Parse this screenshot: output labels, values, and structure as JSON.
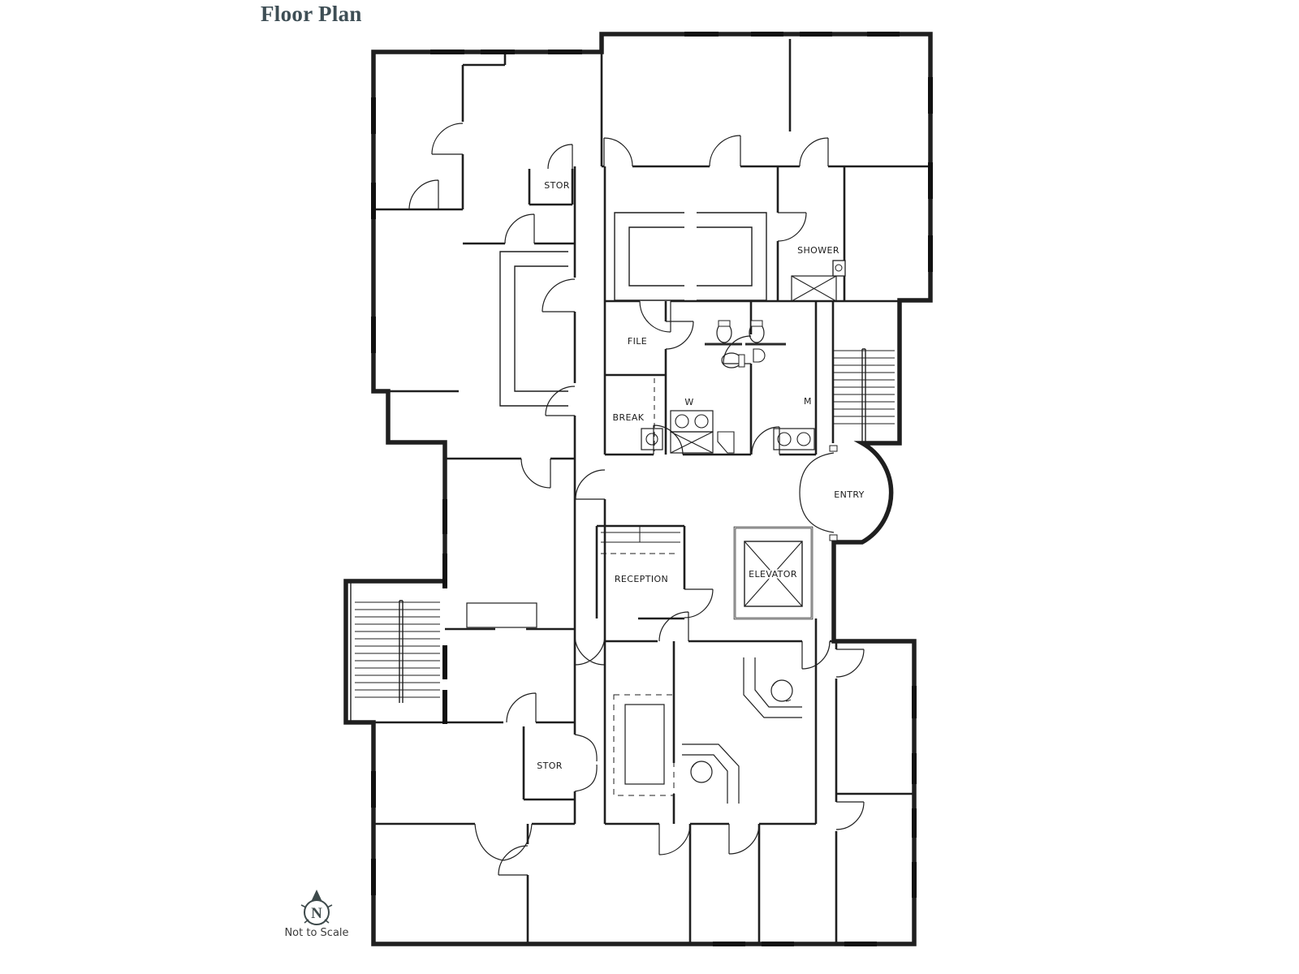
{
  "page": {
    "title": "Floor Plan",
    "scale_note": "Not to Scale",
    "compass_letter": "N",
    "colors": {
      "background": "#ffffff",
      "line": "#1f1f1f",
      "title": "#3e4e55",
      "compass": "#3e4a4b"
    }
  },
  "floor_plan": {
    "labels": {
      "stor_upper": "STOR",
      "shower": "SHOWER",
      "file": "FILE",
      "break_room": "BREAK",
      "women": "W",
      "men": "M",
      "entry": "ENTRY",
      "reception": "RECEPTION",
      "elevator": "ELEVATOR",
      "stor_lower": "STOR"
    }
  }
}
